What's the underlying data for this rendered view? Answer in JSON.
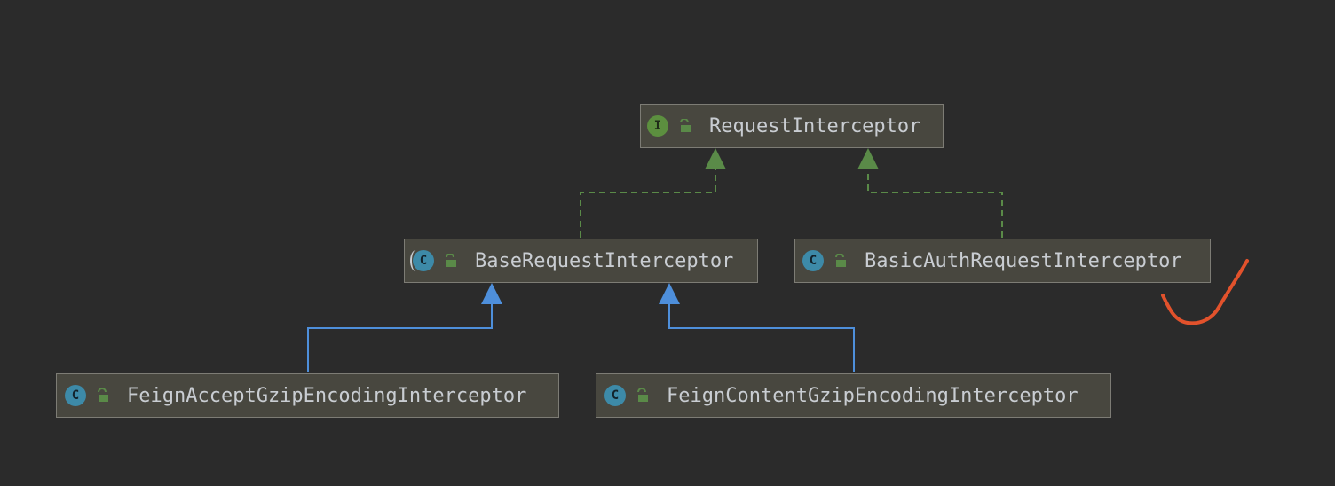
{
  "nodes": {
    "request_interceptor": {
      "name": "RequestInterceptor",
      "kind": "interface",
      "badge": "I"
    },
    "base_request_interceptor": {
      "name": "BaseRequestInterceptor",
      "kind": "abstract class",
      "badge": "C"
    },
    "basic_auth_request_interceptor": {
      "name": "BasicAuthRequestInterceptor",
      "kind": "class",
      "badge": "C"
    },
    "feign_accept_gzip": {
      "name": "FeignAcceptGzipEncodingInterceptor",
      "kind": "class",
      "badge": "C"
    },
    "feign_content_gzip": {
      "name": "FeignContentGzipEncodingInterceptor",
      "kind": "class",
      "badge": "C"
    }
  },
  "edges": [
    {
      "from": "base_request_interceptor",
      "to": "request_interceptor",
      "type": "implements"
    },
    {
      "from": "basic_auth_request_interceptor",
      "to": "request_interceptor",
      "type": "implements"
    },
    {
      "from": "feign_accept_gzip",
      "to": "base_request_interceptor",
      "type": "extends"
    },
    {
      "from": "feign_content_gzip",
      "to": "base_request_interceptor",
      "type": "extends"
    }
  ],
  "colors": {
    "background": "#2b2b2b",
    "implements_arrow": "#5a8a48",
    "extends_arrow": "#4e8fdb",
    "annotation": "#e2522c"
  },
  "icons": {
    "interface_badge": "interface-icon",
    "class_badge": "class-icon",
    "visibility": "open-lock-icon",
    "annotation": "checkmark-annotation"
  }
}
